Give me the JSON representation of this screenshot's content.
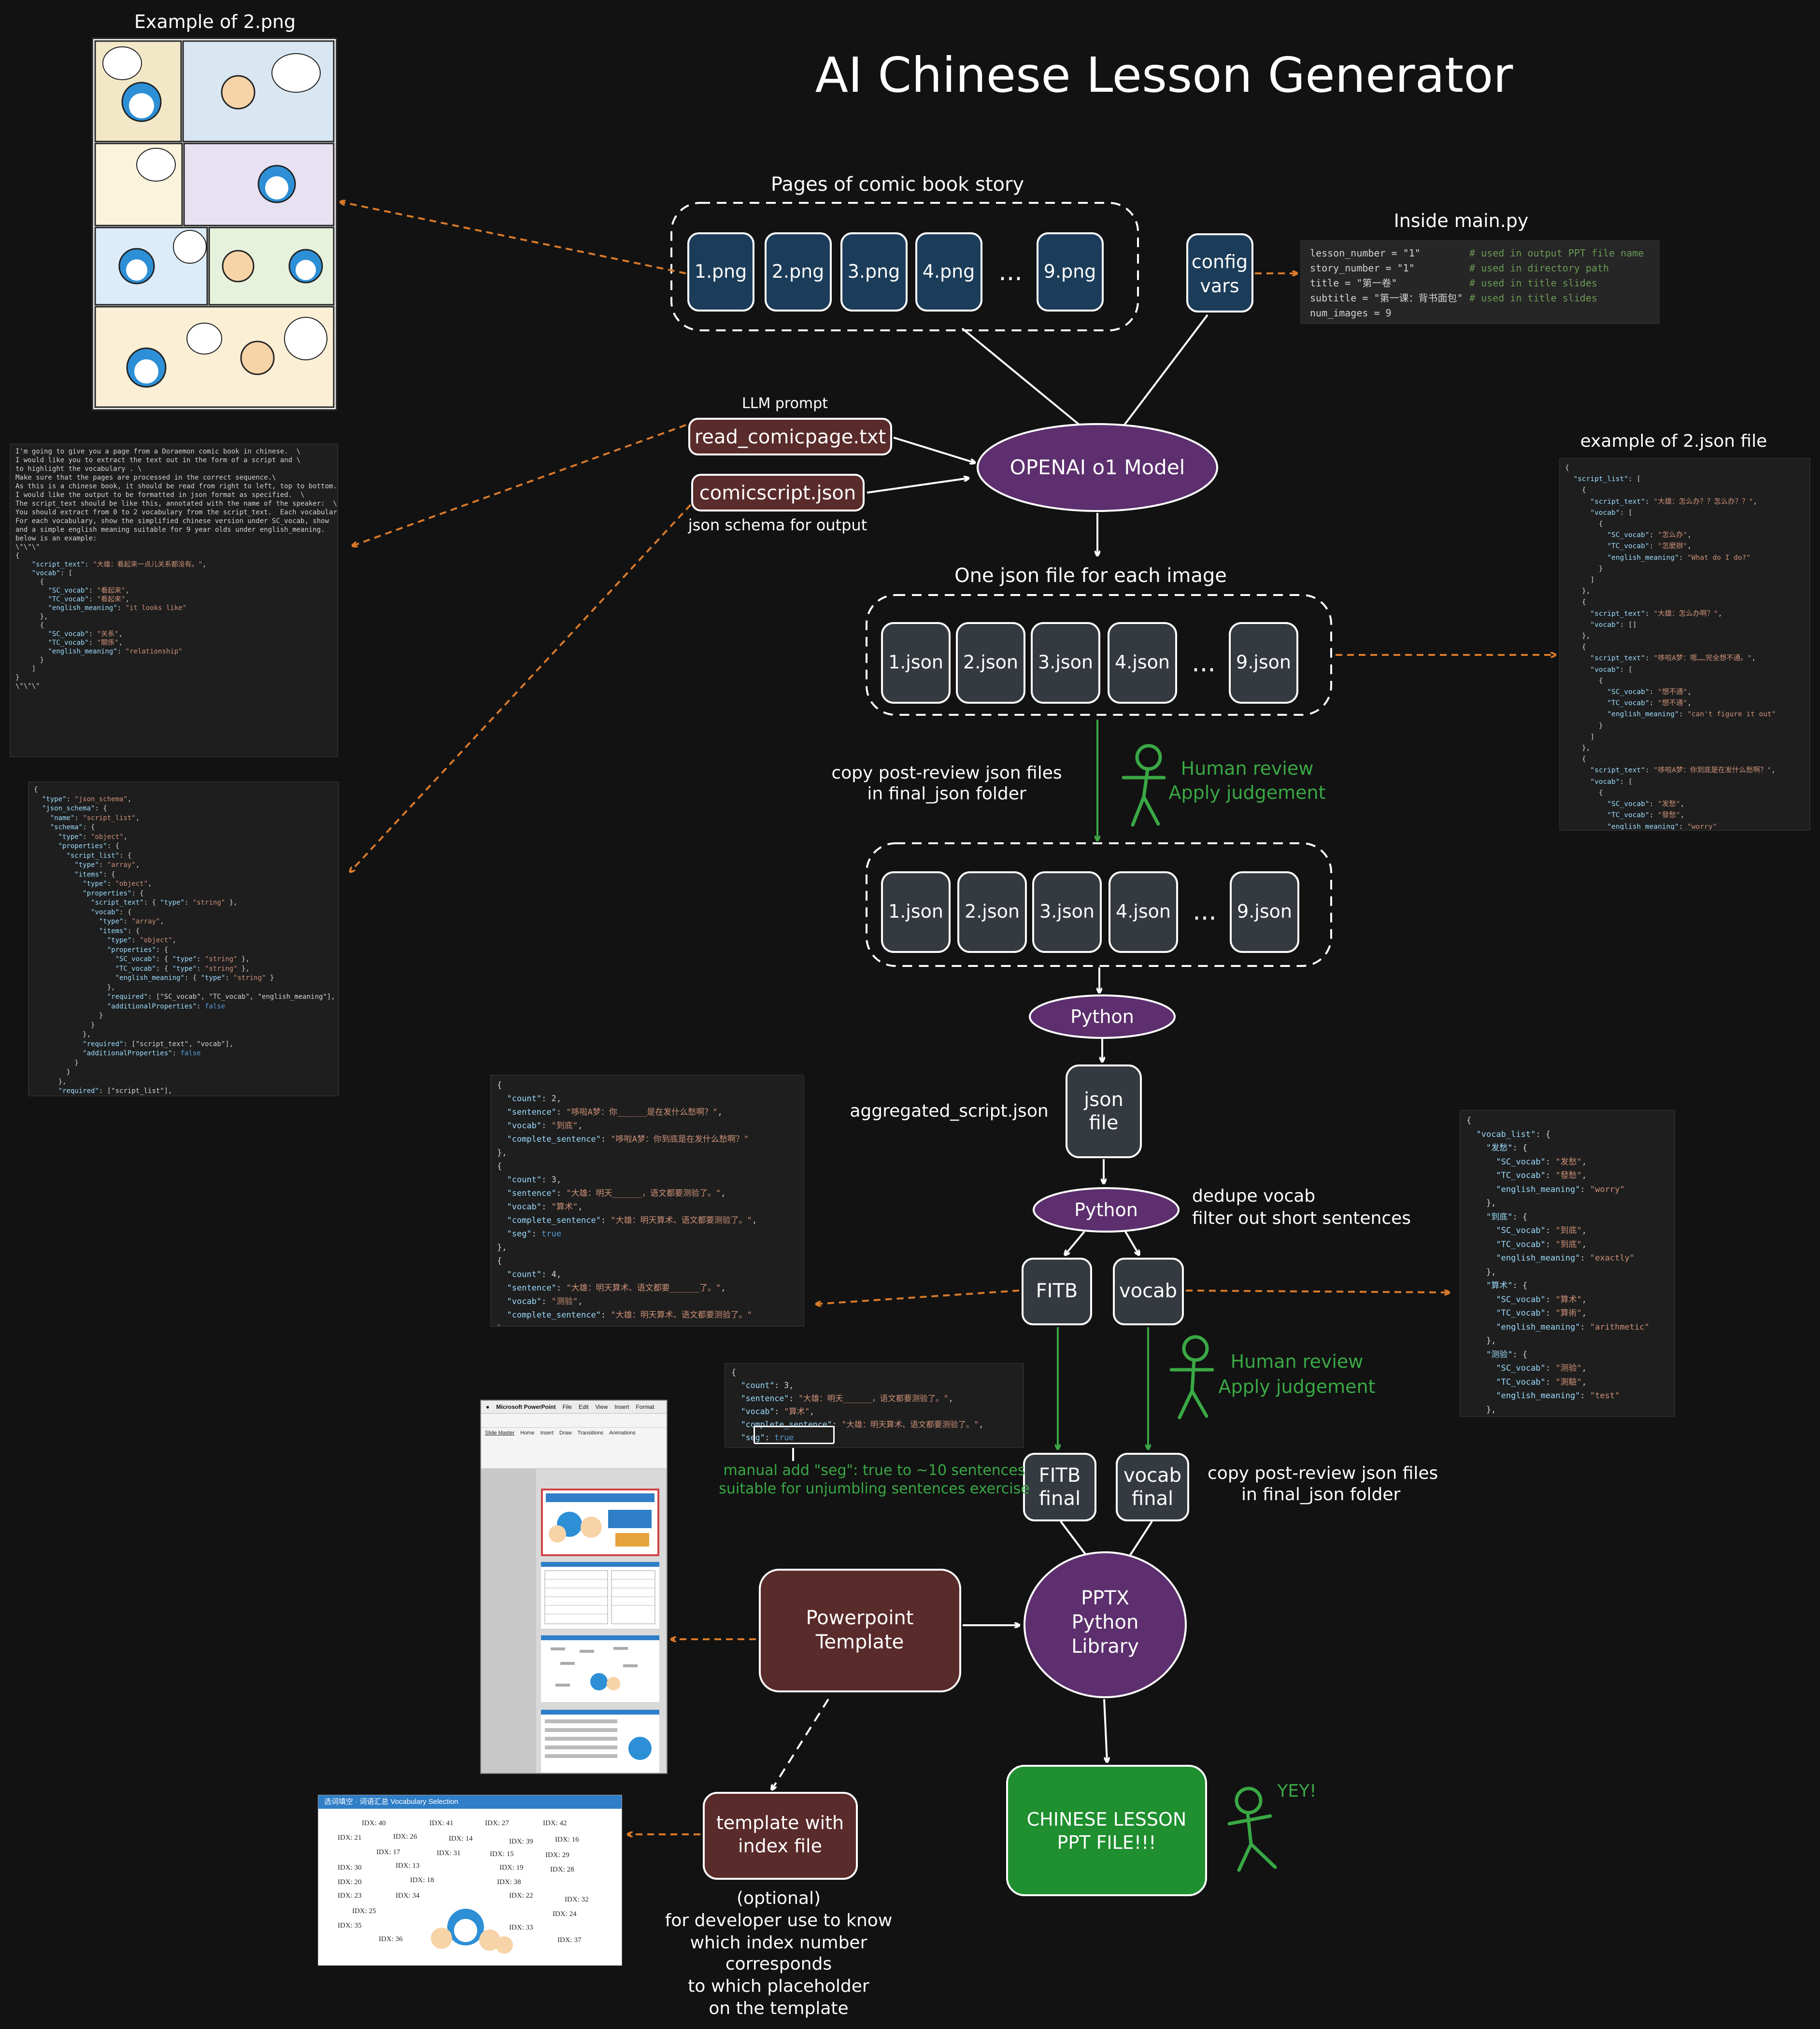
{
  "title": "AI Chinese Lesson Generator",
  "colors": {
    "background": "#121212",
    "png_box": "#1c3d5a",
    "json_box": "#343a40",
    "prompt_box": "#5a2b2b",
    "model_ellipse": "#5d2f6e",
    "final_box": "#1f8f2f",
    "review_green": "#3aa845",
    "arrow_orange": "#d97a2a"
  },
  "labels": {
    "example_png": "Example of 2.png",
    "pages_header": "Pages of comic book story",
    "pages": [
      "1.png",
      "2.png",
      "3.png",
      "4.png",
      "...",
      "9.png"
    ],
    "config_line1": "config",
    "config_line2": "vars",
    "inside_main": "Inside main.py",
    "llm_prompt": "LLM prompt",
    "prompt_file": "read_comicpage.txt",
    "schema_file": "comicscript.json",
    "schema_caption": "json schema for output",
    "model": "OPENAI o1 Model",
    "example_json": "example of 2.json file",
    "json_header": "One json file for each image",
    "jsons": [
      "1.json",
      "2.json",
      "3.json",
      "4.json",
      "...",
      "9.json"
    ],
    "copy_review_1": "copy post-review json files",
    "copy_review_2": "in final_json folder",
    "human_review": "Human review",
    "apply_judgement": "Apply judgement",
    "python": "Python",
    "json_file_1": "json",
    "json_file_2": "file",
    "aggregated": "aggregated_script.json",
    "dedupe_1": "dedupe vocab",
    "dedupe_2": "filter out short sentences",
    "fitb": "FITB",
    "vocab": "vocab",
    "fitb_final_1": "FITB",
    "fitb_final_2": "final",
    "vocab_final_1": "vocab",
    "vocab_final_2": "final",
    "manual_seg_1": "manual add \"seg\": true to ~10 sentences",
    "manual_seg_2": "suitable for unjumbling sentences exercise",
    "pptx_1": "PPTX",
    "pptx_2": "Python",
    "pptx_3": "Library",
    "template_1": "Powerpoint",
    "template_2": "Template",
    "index_1": "template with",
    "index_2": "index file",
    "optional_1": "(optional)",
    "optional_2": "for developer use to know",
    "optional_3": "which index number",
    "optional_4": "corresponds",
    "optional_5": "to which placeholder",
    "optional_6": "on the template",
    "final_1": "CHINESE LESSON",
    "final_2": "PPT FILE!!!",
    "yey": "YEY!"
  },
  "main_py": [
    {
      "code": "lesson_number = \"1\"",
      "comment": "# used in output PPT file name"
    },
    {
      "code": "story_number = \"1\"",
      "comment": "# used in directory path"
    },
    {
      "code": "title = \"第一卷\"",
      "comment": "# used in title slides"
    },
    {
      "code": "subtitle = \"第一课：背书面包\"",
      "comment": "# used in title slides"
    },
    {
      "code": "num_images = 9",
      "comment": ""
    }
  ],
  "prompt_text": [
    "I'm going to give you a page from a Doraemon comic book in chinese.  \\",
    "I would like you to extract the text out in the form of a script and \\",
    "to highlight the vocabulary . \\",
    "Make sure that the pages are processed in the correct sequence.\\",
    "As this is a chinese book, it should be read from right to left, top to bottom.",
    "I would like the output to be formatted in json format as specified.  \\",
    "The script_text should be like this, annotated with the name of the speaker:  \\",
    "You should extract from 0 to 2 vocabulary from the script_text.  Each vocabulary",
    "For each vocabulary, show the simplified chinese version under SC_vocab, show",
    "and a simple english meaning suitable for 9 year olds under english_meaning.",
    "below is an example:",
    "",
    "\\\"\\\"\\\"",
    "",
    "{",
    "    \"script_text\": \"大雄：看起来一点儿关系都没有。\",",
    "    \"vocab\": [",
    "      {",
    "        \"SC_vocab\": \"看起来\",",
    "        \"TC_vocab\": \"看起來\",",
    "        \"english_meaning\": \"it looks like\"",
    "      },",
    "      {",
    "        \"SC_vocab\": \"关系\",",
    "        \"TC_vocab\": \"關係\",",
    "        \"english_meaning\": \"relationship\"",
    "      }",
    "    ]",
    "}",
    "",
    "\\\"\\\"\\\""
  ],
  "schema_text": [
    "{",
    "  \"type\": \"json_schema\",",
    "  \"json_schema\": {",
    "    \"name\": \"script_list\",",
    "    \"schema\": {",
    "      \"type\": \"object\",",
    "      \"properties\": {",
    "        \"script_list\": {",
    "          \"type\": \"array\",",
    "          \"items\": {",
    "            \"type\": \"object\",",
    "            \"properties\": {",
    "              \"script_text\": { \"type\": \"string\" },",
    "              \"vocab\": {",
    "                \"type\": \"array\",",
    "                \"items\": {",
    "                  \"type\": \"object\",",
    "                  \"properties\": {",
    "                    \"SC_vocab\": { \"type\": \"string\" },",
    "                    \"TC_vocab\": { \"type\": \"string\" },",
    "                    \"english_meaning\": { \"type\": \"string\" }",
    "                  },",
    "                  \"required\": [\"SC_vocab\", \"TC_vocab\", \"english_meaning\"],",
    "                  \"additionalProperties\": false",
    "                }",
    "              }",
    "            },",
    "            \"required\": [\"script_text\", \"vocab\"],",
    "            \"additionalProperties\": false",
    "          }",
    "        }",
    "      },",
    "      \"required\": [\"script_list\"],"
  ],
  "example_json_text": [
    "{",
    "  \"script_list\": [",
    "    {",
    "      \"script_text\": \"大雄：怎么办？？怎么办？？\",",
    "      \"vocab\": [",
    "        {",
    "          \"SC_vocab\": \"怎么办\",",
    "          \"TC_vocab\": \"怎麼辦\",",
    "          \"english_meaning\": \"What do I do?\"",
    "        }",
    "      ]",
    "    },",
    "    {",
    "      \"script_text\": \"大雄：怎么办啊？\",",
    "      \"vocab\": []",
    "    },",
    "    {",
    "      \"script_text\": \"哆啦A梦：嗯……完全想不通。\",",
    "      \"vocab\": [",
    "        {",
    "          \"SC_vocab\": \"想不通\",",
    "          \"TC_vocab\": \"想不通\",",
    "          \"english_meaning\": \"can't figure it out\"",
    "        }",
    "      ]",
    "    },",
    "    {",
    "      \"script_text\": \"哆啦A梦：你到底是在发什么愁啊？\",",
    "      \"vocab\": [",
    "        {",
    "          \"SC_vocab\": \"发愁\",",
    "          \"TC_vocab\": \"發愁\",",
    "          \"english_meaning\": \"worry\""
  ],
  "fitb_text": [
    "{",
    "  \"count\": 2,",
    "  \"sentence\": \"哆啦A梦：你______是在发什么愁啊？\",",
    "  \"vocab\": \"到底\",",
    "  \"complete_sentence\": \"哆啦A梦：你到底是在发什么愁啊？\"",
    "},",
    "{",
    "  \"count\": 3,",
    "  \"sentence\": \"大雄：明天______，语文都要测验了。\",",
    "  \"vocab\": \"算术\",",
    "  \"complete_sentence\": \"大雄：明天算术、语文都要测验了。\",",
    "  \"seg\": true",
    "},",
    "{",
    "  \"count\": 4,",
    "  \"sentence\": \"大雄：明天算术、语文都要______了。\",",
    "  \"vocab\": \"测验\",",
    "  \"complete_sentence\": \"大雄：明天算术、语文都要测验了。\"",
    "},"
  ],
  "vocab_text": [
    "{",
    "  \"vocab_list\": {",
    "    \"发愁\": {",
    "      \"SC_vocab\": \"发愁\",",
    "      \"TC_vocab\": \"發愁\",",
    "      \"english_meaning\": \"worry\"",
    "    },",
    "    \"到底\": {",
    "      \"SC_vocab\": \"到底\",",
    "      \"TC_vocab\": \"到底\",",
    "      \"english_meaning\": \"exactly\"",
    "    },",
    "    \"算术\": {",
    "      \"SC_vocab\": \"算术\",",
    "      \"TC_vocab\": \"算術\",",
    "      \"english_meaning\": \"arithmetic\"",
    "    },",
    "    \"测验\": {",
    "      \"SC_vocab\": \"测验\",",
    "      \"TC_vocab\": \"測驗\",",
    "      \"english_meaning\": \"test\"",
    "    },"
  ],
  "seg_text": [
    "{",
    "  \"count\": 3,",
    "  \"sentence\": \"大雄：明天______，语文都要测验了。\",",
    "  \"vocab\": \"算术\",",
    "  \"complete_sentence\": \"大雄：明天算术、语文都要测验了。\",",
    "  \"seg\": true"
  ],
  "ppt_window": {
    "app": "Microsoft PowerPoint",
    "menus": [
      "File",
      "Edit",
      "View",
      "Insert",
      "Format"
    ],
    "tabs": [
      "Slide Master",
      "Home",
      "Insert",
      "Draw",
      "Transitions",
      "Animations"
    ]
  },
  "index_slide": {
    "header": "选词填空 · 词语汇总  Vocabulary Selection",
    "items": [
      "IDX: 40",
      "IDX: 41",
      "IDX: 27",
      "IDX: 42",
      "IDX: 21",
      "IDX: 26",
      "IDX: 14",
      "IDX: 39",
      "IDX: 16",
      "IDX: 17",
      "IDX: 31",
      "IDX: 15",
      "IDX: 29",
      "IDX: 30",
      "IDX: 13",
      "IDX: 19",
      "IDX: 28",
      "IDX: 20",
      "IDX: 18",
      "IDX: 38",
      "IDX: 23",
      "IDX: 34",
      "IDX: 22",
      "IDX: 32",
      "IDX: 25",
      "IDX: 24",
      "IDX: 35",
      "IDX: 33",
      "IDX: 36",
      "IDX: 37"
    ]
  }
}
